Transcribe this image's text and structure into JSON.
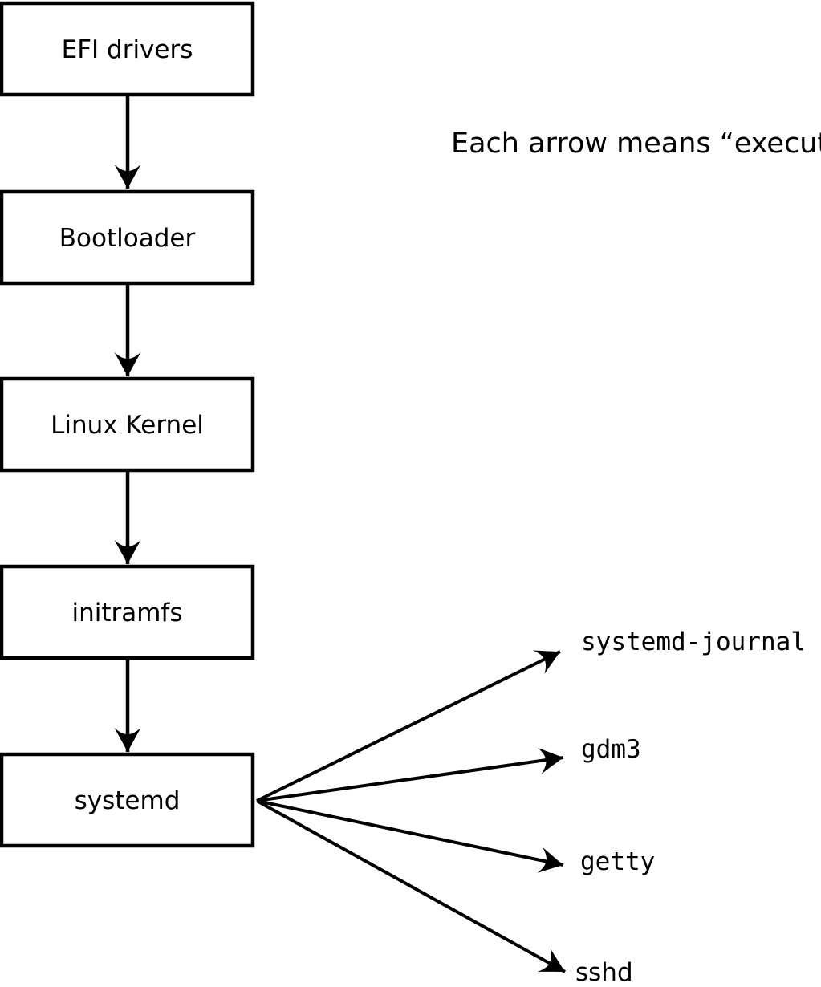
{
  "note": {
    "text": "Each arrow means “executes”."
  },
  "boot_chain": {
    "boxes": [
      {
        "label": "EFI drivers"
      },
      {
        "label": "Bootloader"
      },
      {
        "label": "Linux Kernel"
      },
      {
        "label": "initramfs"
      },
      {
        "label": "systemd"
      }
    ]
  },
  "spawned_processes": [
    {
      "label": "systemd-journal"
    },
    {
      "label": "gdm3"
    },
    {
      "label": "getty"
    },
    {
      "label": "sshd"
    }
  ],
  "edges": [
    {
      "from": "EFI drivers",
      "to": "Bootloader",
      "meaning": "executes"
    },
    {
      "from": "Bootloader",
      "to": "Linux Kernel",
      "meaning": "executes"
    },
    {
      "from": "Linux Kernel",
      "to": "initramfs",
      "meaning": "executes"
    },
    {
      "from": "initramfs",
      "to": "systemd",
      "meaning": "executes"
    },
    {
      "from": "systemd",
      "to": "systemd-journal",
      "meaning": "executes"
    },
    {
      "from": "systemd",
      "to": "gdm3",
      "meaning": "executes"
    },
    {
      "from": "systemd",
      "to": "getty",
      "meaning": "executes"
    },
    {
      "from": "systemd",
      "to": "sshd",
      "meaning": "executes"
    }
  ],
  "colors": {
    "line": "#000000",
    "box_fill": "#ffffff",
    "background": "#ffffff"
  }
}
